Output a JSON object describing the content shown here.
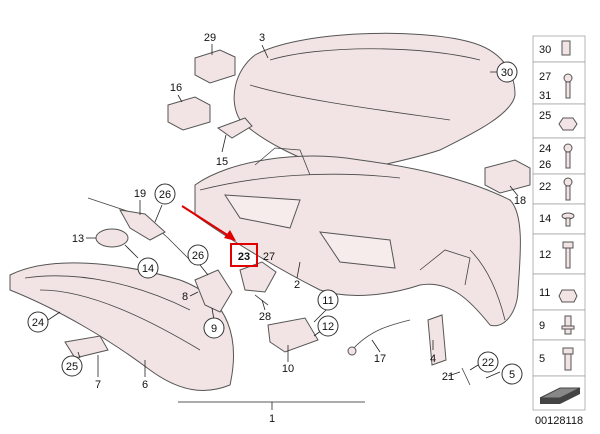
{
  "callouts": {
    "c29": "29",
    "c3": "3",
    "c30": "30",
    "c16": "16",
    "c15": "15",
    "c18": "18",
    "c19": "19",
    "c26a": "26",
    "c13": "13",
    "c14": "14",
    "c26b": "26",
    "c23": "23",
    "c27": "27",
    "c2": "2",
    "c8": "8",
    "c28": "28",
    "c9": "9",
    "c24": "24",
    "c25": "25",
    "c7": "7",
    "c6": "6",
    "c10": "10",
    "c11": "11",
    "c12": "12",
    "c17": "17",
    "c4": "4",
    "c21": "21",
    "c22": "22",
    "c5": "5",
    "c1": "1"
  },
  "highlight": {
    "text": "23",
    "color": "#e00000"
  },
  "sidebar": {
    "items": [
      {
        "label": "30"
      },
      {
        "label": "27"
      },
      {
        "label": "31"
      },
      {
        "label": "25"
      },
      {
        "label": "24"
      },
      {
        "label": "26"
      },
      {
        "label": "22"
      },
      {
        "label": "14"
      },
      {
        "label": "12"
      },
      {
        "label": "11"
      },
      {
        "label": "9"
      },
      {
        "label": "5"
      }
    ]
  },
  "diagram_id": "00128118",
  "colors": {
    "part_fill": "#f2e4e4",
    "arrow": "#e00000"
  }
}
